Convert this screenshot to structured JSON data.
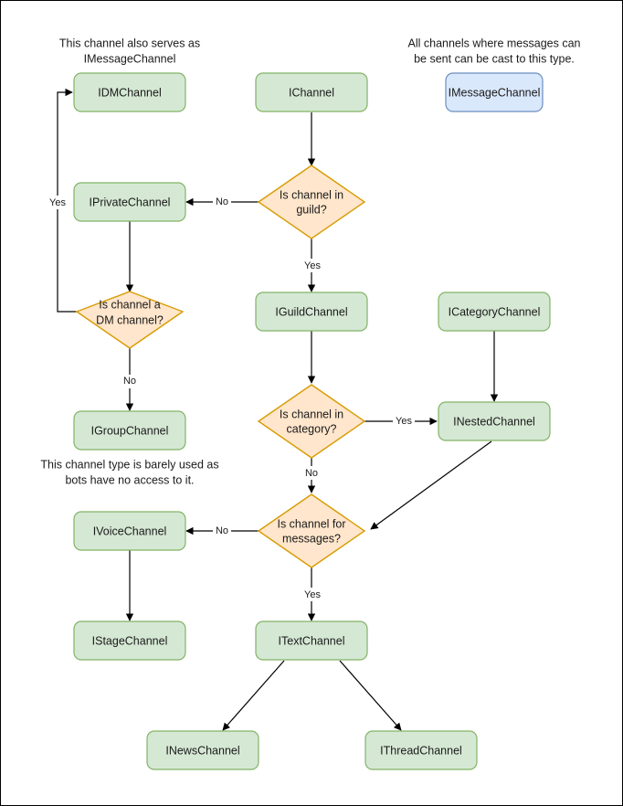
{
  "diagram": {
    "title": "Discord channel interface hierarchy flowchart",
    "colors": {
      "green_fill": "#d5e8d4",
      "green_stroke": "#82b366",
      "blue_fill": "#dae8fc",
      "blue_stroke": "#6c8ebf",
      "diamond_fill": "#ffe6cc",
      "diamond_stroke": "#d79b00",
      "edge": "#000000",
      "text": "#1a1a1a",
      "page_border": "#000000",
      "background": "#ffffff"
    },
    "notes": [
      {
        "id": "note-dm",
        "line1": "This channel also serves as",
        "line2": "IMessageChannel"
      },
      {
        "id": "note-msg",
        "line1": "All channels where messages can",
        "line2": "be sent can be cast to this type."
      },
      {
        "id": "note-group",
        "line1": "This channel type is barely used as",
        "line2": "bots have no access to it."
      }
    ],
    "nodes": [
      {
        "id": "idm-channel",
        "label": "IDMChannel",
        "shape": "rounded-rect",
        "color": "green"
      },
      {
        "id": "ichannel",
        "label": "IChannel",
        "shape": "rounded-rect",
        "color": "green"
      },
      {
        "id": "imessage-channel",
        "label": "IMessageChannel",
        "shape": "rounded-rect",
        "color": "blue"
      },
      {
        "id": "iprivate-channel",
        "label": "IPrivateChannel",
        "shape": "rounded-rect",
        "color": "green"
      },
      {
        "id": "iguild-channel",
        "label": "IGuildChannel",
        "shape": "rounded-rect",
        "color": "green"
      },
      {
        "id": "icategory-channel",
        "label": "ICategoryChannel",
        "shape": "rounded-rect",
        "color": "green"
      },
      {
        "id": "igroup-channel",
        "label": "IGroupChannel",
        "shape": "rounded-rect",
        "color": "green"
      },
      {
        "id": "inested-channel",
        "label": "INestedChannel",
        "shape": "rounded-rect",
        "color": "green"
      },
      {
        "id": "ivoice-channel",
        "label": "IVoiceChannel",
        "shape": "rounded-rect",
        "color": "green"
      },
      {
        "id": "istage-channel",
        "label": "IStageChannel",
        "shape": "rounded-rect",
        "color": "green"
      },
      {
        "id": "itext-channel",
        "label": "ITextChannel",
        "shape": "rounded-rect",
        "color": "green"
      },
      {
        "id": "inews-channel",
        "label": "INewsChannel",
        "shape": "rounded-rect",
        "color": "green"
      },
      {
        "id": "ithread-channel",
        "label": "IThreadChannel",
        "shape": "rounded-rect",
        "color": "green"
      }
    ],
    "decisions": [
      {
        "id": "is-in-guild",
        "line1": "Is channel in",
        "line2": "guild?"
      },
      {
        "id": "is-dm-channel",
        "line1": "Is channel a",
        "line2": "DM channel?"
      },
      {
        "id": "is-in-category",
        "line1": "Is channel in",
        "line2": "category?"
      },
      {
        "id": "is-for-messages",
        "line1": "Is channel for",
        "line2": "messages?"
      }
    ],
    "edges": [
      {
        "id": "e-ichannel-guild",
        "from": "ichannel",
        "to": "is-in-guild",
        "label": ""
      },
      {
        "id": "e-guild-no-private",
        "from": "is-in-guild",
        "to": "iprivate-channel",
        "label": "No"
      },
      {
        "id": "e-guild-yes-guildchannel",
        "from": "is-in-guild",
        "to": "iguild-channel",
        "label": "Yes"
      },
      {
        "id": "e-private-dm",
        "from": "iprivate-channel",
        "to": "is-dm-channel",
        "label": ""
      },
      {
        "id": "e-dm-yes-idm",
        "from": "is-dm-channel",
        "to": "idm-channel",
        "label": "Yes"
      },
      {
        "id": "e-dm-no-group",
        "from": "is-dm-channel",
        "to": "igroup-channel",
        "label": "No"
      },
      {
        "id": "e-guildchannel-category",
        "from": "iguild-channel",
        "to": "is-in-category",
        "label": ""
      },
      {
        "id": "e-category-yes-nested",
        "from": "is-in-category",
        "to": "inested-channel",
        "label": "Yes"
      },
      {
        "id": "e-category-no-messages",
        "from": "is-in-category",
        "to": "is-for-messages",
        "label": "No"
      },
      {
        "id": "e-icategory-nested",
        "from": "icategory-channel",
        "to": "inested-channel",
        "label": ""
      },
      {
        "id": "e-nested-messages",
        "from": "inested-channel",
        "to": "is-for-messages",
        "label": ""
      },
      {
        "id": "e-messages-no-voice",
        "from": "is-for-messages",
        "to": "ivoice-channel",
        "label": "No"
      },
      {
        "id": "e-messages-yes-text",
        "from": "is-for-messages",
        "to": "itext-channel",
        "label": "Yes"
      },
      {
        "id": "e-voice-stage",
        "from": "ivoice-channel",
        "to": "istage-channel",
        "label": ""
      },
      {
        "id": "e-text-news",
        "from": "itext-channel",
        "to": "inews-channel",
        "label": ""
      },
      {
        "id": "e-text-thread",
        "from": "itext-channel",
        "to": "ithread-channel",
        "label": ""
      }
    ]
  }
}
